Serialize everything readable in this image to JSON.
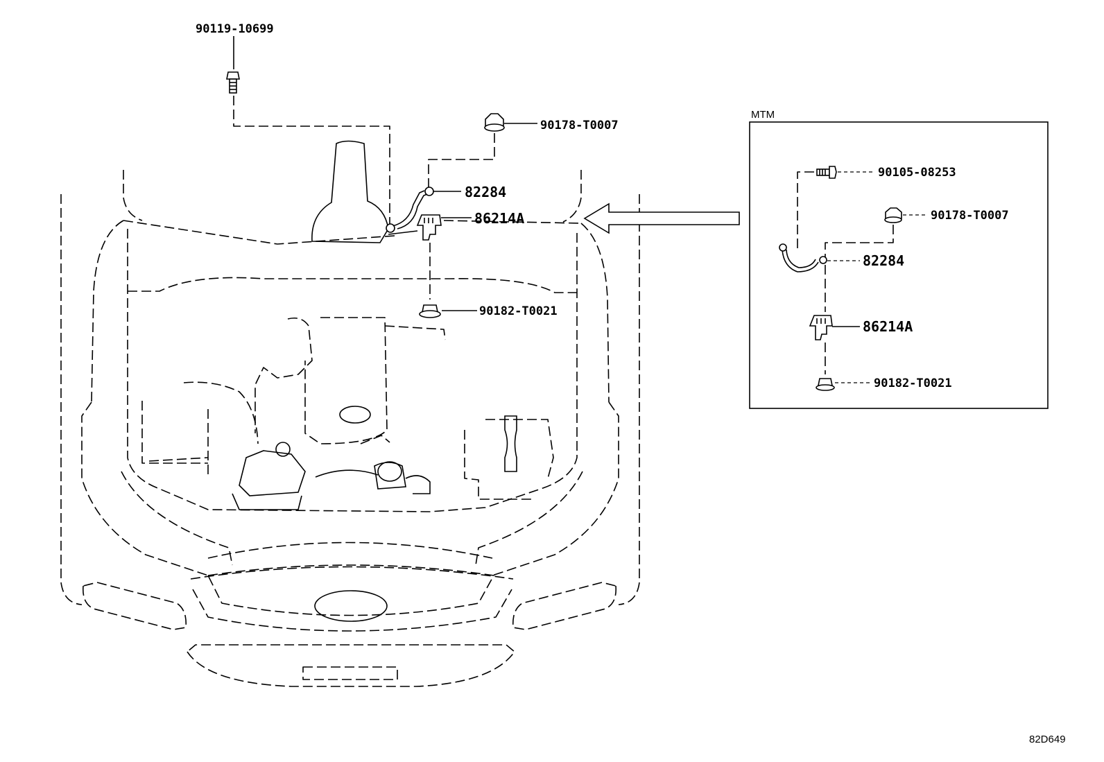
{
  "figure": {
    "ref_code": "82D649",
    "inset_title": "MTM"
  },
  "main_parts": {
    "bolt_top": "90119-10699",
    "nut_upper": "90178-T0007",
    "cable": "82284",
    "bracket": "86214A",
    "nut_lower": "90182-T0021"
  },
  "inset_parts": {
    "bolt": "90105-08253",
    "nut_upper": "90178-T0007",
    "cable": "82284",
    "bracket": "86214A",
    "nut_lower": "90182-T0021"
  }
}
